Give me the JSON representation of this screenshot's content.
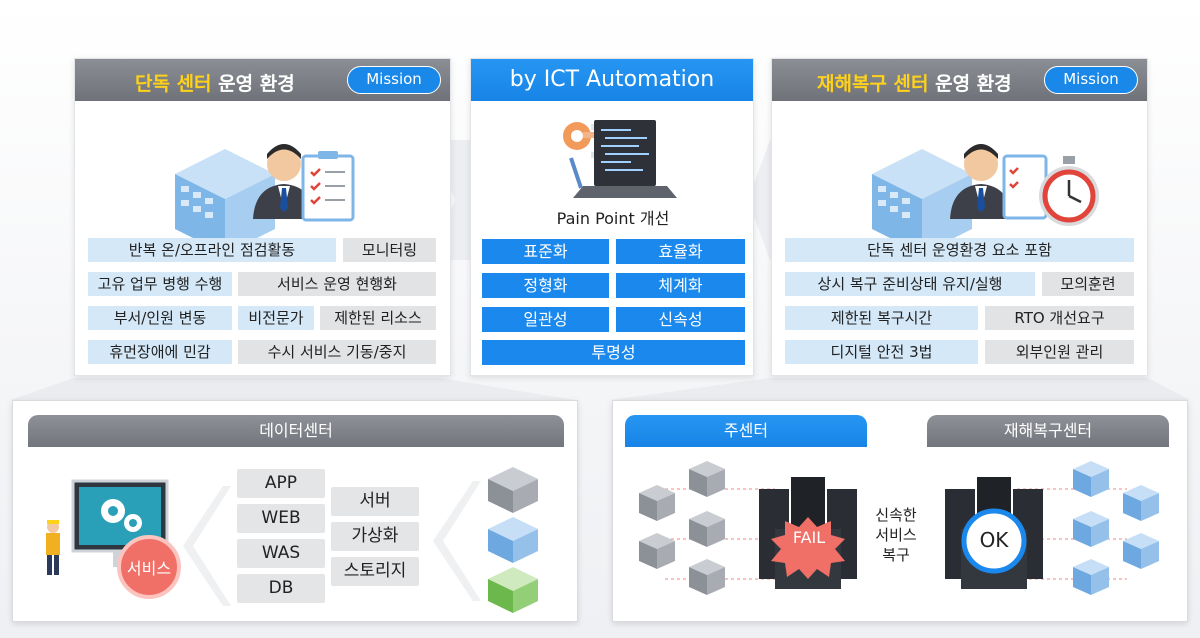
{
  "left_panel": {
    "title_highlight": "단독 센터",
    "title_rest": " 운영 환경",
    "mission": "Mission",
    "chips": [
      "반복 온/오프라인 점검활동",
      "모니터링",
      "고유 업무 병행 수행",
      "서비스 운영 현행화",
      "부서/인원 변동",
      "비전문가",
      "제한된 리소스",
      "휴먼장애에 민감",
      "수시 서비스 기동/중지"
    ]
  },
  "center_panel": {
    "title": "by ICT Automation",
    "pain_point": "Pain Point 개선",
    "chips": [
      "표준화",
      "효율화",
      "정형화",
      "체계화",
      "일관성",
      "신속성",
      "투명성"
    ]
  },
  "right_panel": {
    "title_highlight": "재해복구 센터",
    "title_rest": " 운영 환경",
    "mission": "Mission",
    "chips": [
      "단독 센터 운영환경 요소 포함",
      "상시 복구 준비상태 유지/실행",
      "모의훈련",
      "제한된 복구시간",
      "RTO 개선요구",
      "디지털 안전 3법",
      "외부인원 관리"
    ]
  },
  "datacenter": {
    "title": "데이터센터",
    "service": "서비스",
    "layers": [
      "APP",
      "WEB",
      "WAS",
      "DB"
    ],
    "infra": [
      "서버",
      "가상화",
      "스토리지"
    ]
  },
  "dr": {
    "main_title": "주센터",
    "dr_title": "재해복구센터",
    "fail": "FAIL",
    "ok": "OK",
    "recovery_line1": "신속한",
    "recovery_line2": "서비스",
    "recovery_line3": "복구"
  },
  "colors": {
    "accent_blue": "#1a88ec",
    "head_gray": "#7a7d83",
    "highlight_yellow": "#ffd21a",
    "fail_red": "#f07068"
  }
}
